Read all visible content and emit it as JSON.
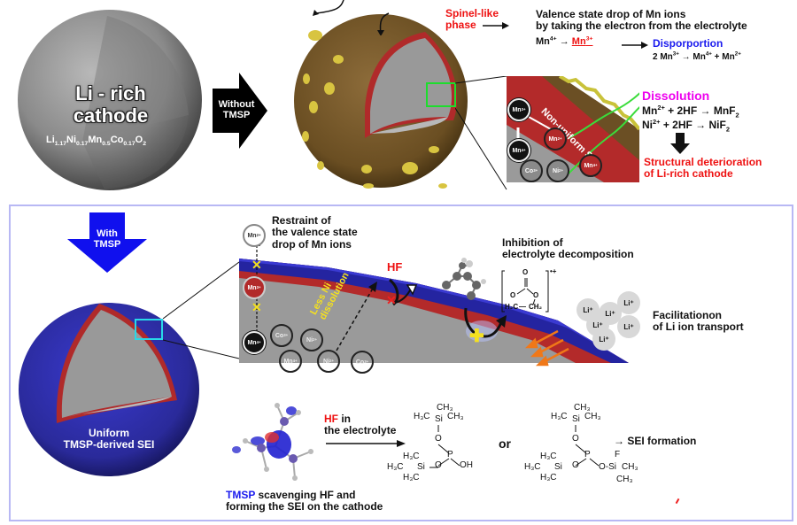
{
  "top": {
    "pristine_sphere": {
      "label_line1": "Li - rich",
      "label_line2": "cathode",
      "formula": {
        "li": "Li",
        "li_sub": "1.17",
        "ni": "Ni",
        "ni_sub": "0.17",
        "mn": "Mn",
        "mn_sub": "0.5",
        "co": "Co",
        "co_sub": "0.17",
        "o": "O",
        "o_sub": "2"
      }
    },
    "without_arrow": {
      "line1": "Without",
      "line2": "TMSP"
    },
    "spinel_label": {
      "line1": "Spinel-like",
      "line2": "phase"
    },
    "valence": {
      "line1": "Valence state drop of Mn ions",
      "line2": "by taking the electron from the electrolyte",
      "mn4": "Mn",
      "mn4_sup": "4+",
      "arrow": "→",
      "mn3": "Mn",
      "mn3_sup": "3+",
      "disproportion": "Disporportion",
      "reaction": {
        "coef": "2 Mn",
        "sup1": "3+",
        "mid": " → Mn",
        "sup2": "4+",
        "plus": " + Mn",
        "sup3": "2+"
      }
    },
    "inset": {
      "sei_label": "Non-uniform SEI",
      "ions": [
        {
          "el": "Mn",
          "charge": "3+",
          "style": "black"
        },
        {
          "el": "Mn",
          "charge": "4+",
          "style": "black"
        },
        {
          "el": "Mn",
          "charge": "2+",
          "style": "red"
        },
        {
          "el": "Co",
          "charge": "3+",
          "style": "grey"
        },
        {
          "el": "Ni",
          "charge": "2+",
          "style": "grey"
        },
        {
          "el": "Mn",
          "charge": "4+",
          "style": "red"
        }
      ]
    },
    "dissolution": {
      "title": "Dissolution",
      "eq1": {
        "a": "Mn",
        "a_sup": "2+",
        "rest": " + 2HF → MnF",
        "sub": "2"
      },
      "eq2": {
        "a": "Ni",
        "a_sup": "2+",
        "rest": "  + 2HF → NiF",
        "sub": "2"
      }
    },
    "deterioration": {
      "line1": "Structural deterioration",
      "line2": "of Li-rich cathode"
    }
  },
  "bottom": {
    "with_arrow": {
      "line1": "With",
      "line2": "TMSP"
    },
    "sphere_label": {
      "line1": "Uniform",
      "line2": "TMSP-derived SEI"
    },
    "restraint": {
      "line1": "Restraint of",
      "line2": "the valence state",
      "line3": "drop of Mn ions"
    },
    "inset": {
      "less_ni": {
        "line1": "Less Ni",
        "line2": "dissolution"
      },
      "hf": "HF",
      "ions": [
        {
          "el": "Mn",
          "charge": "2+",
          "style": "white"
        },
        {
          "el": "Mn",
          "charge": "3+",
          "style": "red"
        },
        {
          "el": "Mn",
          "charge": "4+",
          "style": "black"
        },
        {
          "el": "Co",
          "charge": "3+",
          "style": "grey"
        },
        {
          "el": "Ni",
          "charge": "2+",
          "style": "grey"
        },
        {
          "el": "Mn",
          "charge": "4+",
          "style": "grey"
        },
        {
          "el": "Ni",
          "charge": "2+",
          "style": "grey"
        },
        {
          "el": "Co",
          "charge": "3+",
          "style": "grey"
        }
      ]
    },
    "inhibition": {
      "line1": "Inhibition of",
      "line2": "electrolyte decomposition"
    },
    "radical": {
      "o_top": "O",
      "o_left": "O",
      "o_right": "O",
      "h2c_left": "H₂C",
      "dash": "—",
      "ch2_right": "CH₂",
      "charge": "•+"
    },
    "li_ions": [
      "Li⁺",
      "Li⁺",
      "Li⁺",
      "Li⁺",
      "Li⁺",
      "Li⁺"
    ],
    "facilitation": {
      "line1": "Facilitationon",
      "line2": "of Li ion transport"
    },
    "hf_arrow": {
      "hf": "HF",
      "in": " in",
      "line2": "the electrolyte"
    },
    "product1": {
      "top_ch3": "CH₃",
      "h3c_si_ch3_l": "H₃C",
      "si": "Si",
      "ch3_r": "CH₃",
      "o": "O",
      "p": "P",
      "oh": "OH",
      "left_h3c_top": "H₃C",
      "left_h3c_mid": "H₃C",
      "left_h3c_bot": "H₃C",
      "left_si": "Si",
      "left_o": "O"
    },
    "or": "or",
    "product2": {
      "top_ch3": "CH₃",
      "h3c_l": "H₃C",
      "si": "Si",
      "ch3_r": "CH₃",
      "o": "O",
      "p": "P",
      "f": "F",
      "o_si": "O-Si",
      "ch3_a": "CH₃",
      "ch3_b": "CH₃",
      "left_h3c_top": "H₃C",
      "left_h3c_mid": "H₃C",
      "left_h3c_bot": "H₃C",
      "left_si": "Si",
      "left_o": "O"
    },
    "sei_formation": {
      "arrow": "→",
      "label": "SEI formation"
    },
    "tmsp_caption": {
      "tmsp": "TMSP",
      "rest": "  scavenging HF and",
      "line2": "forming the SEI on the cathode"
    }
  }
}
